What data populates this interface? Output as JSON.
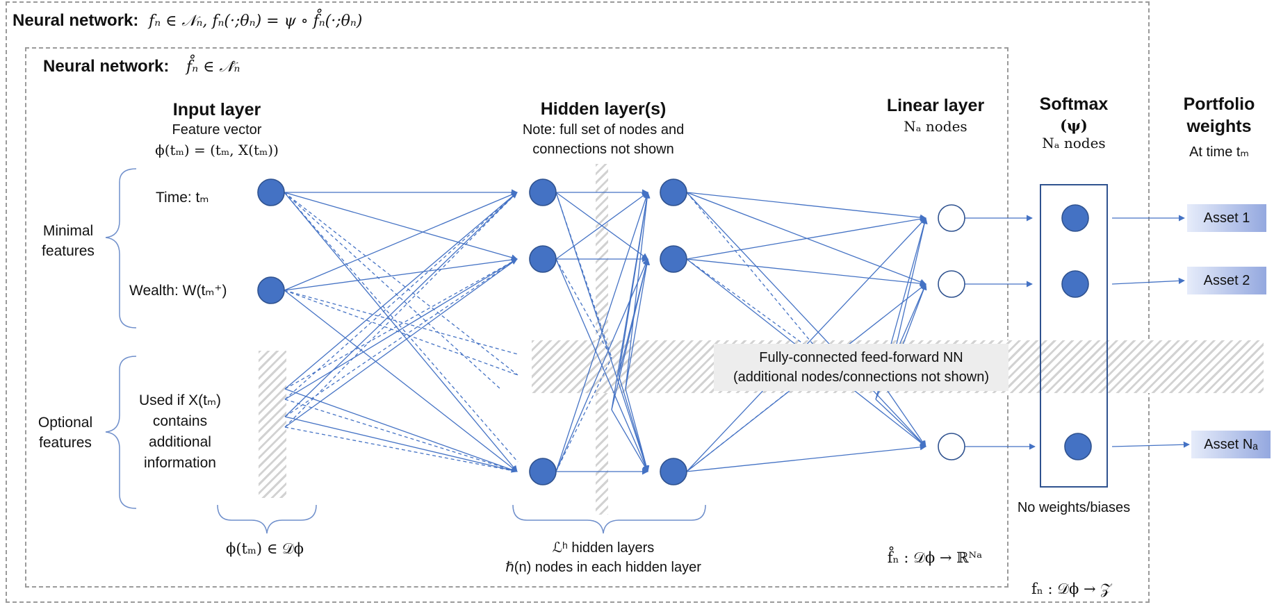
{
  "outer_title": {
    "label": "Neural network:",
    "formula": "fₙ ∈ 𝒩ₙ,  fₙ(·;θₙ) = ψ ∘ f̊ₙ(·;θₙ)"
  },
  "inner_title": {
    "label": "Neural network:",
    "formula": "f̊ₙ ∈ 𝒩̊ₙ"
  },
  "input_layer": {
    "heading": "Input layer",
    "sub1": "Feature vector",
    "sub2": "ϕ(tₘ) = (tₘ, X(tₘ))",
    "time_label": "Time: tₘ",
    "wealth_label": "Wealth: W(tₘ⁺)",
    "used_if": [
      "Used if X(tₘ)",
      "contains",
      "additional",
      "information"
    ],
    "domain": "ϕ(tₘ) ∈ 𝒟ϕ"
  },
  "feature_groups": {
    "minimal": [
      "Minimal",
      "features"
    ],
    "optional": [
      "Optional",
      "features"
    ]
  },
  "hidden_layers": {
    "heading": "Hidden layer(s)",
    "note1": "Note: full set of nodes and",
    "note2": "connections not shown",
    "count": "ℒʰ hidden layers",
    "nodes": "ℏ(n) nodes in each hidden layer"
  },
  "linear_layer": {
    "heading": "Linear layer",
    "nodes": "Nₐ nodes",
    "mapping": "f̊ₙ : 𝒟ϕ → ℝᴺᵃ"
  },
  "softmax": {
    "heading": "Softmax",
    "symbol": "(ψ)",
    "nodes": "Nₐ nodes",
    "note": "No weights/biases"
  },
  "portfolio": {
    "heading1": "Portfolio",
    "heading2": "weights",
    "at_time": "At time tₘ",
    "assets": [
      "Asset 1",
      "Asset 2",
      "Asset Nₐ"
    ]
  },
  "fc_note": [
    "Fully-connected feed-forward NN",
    "(additional nodes/connections not shown)"
  ],
  "outer_mapping": "fₙ : 𝒟ϕ → 𝒵",
  "colors": {
    "node_fill": "#4472c4",
    "node_stroke": "#2f528f",
    "edge": "#4472c4",
    "frame": "#9a9a9a",
    "softmax_box": "#2f528f"
  }
}
